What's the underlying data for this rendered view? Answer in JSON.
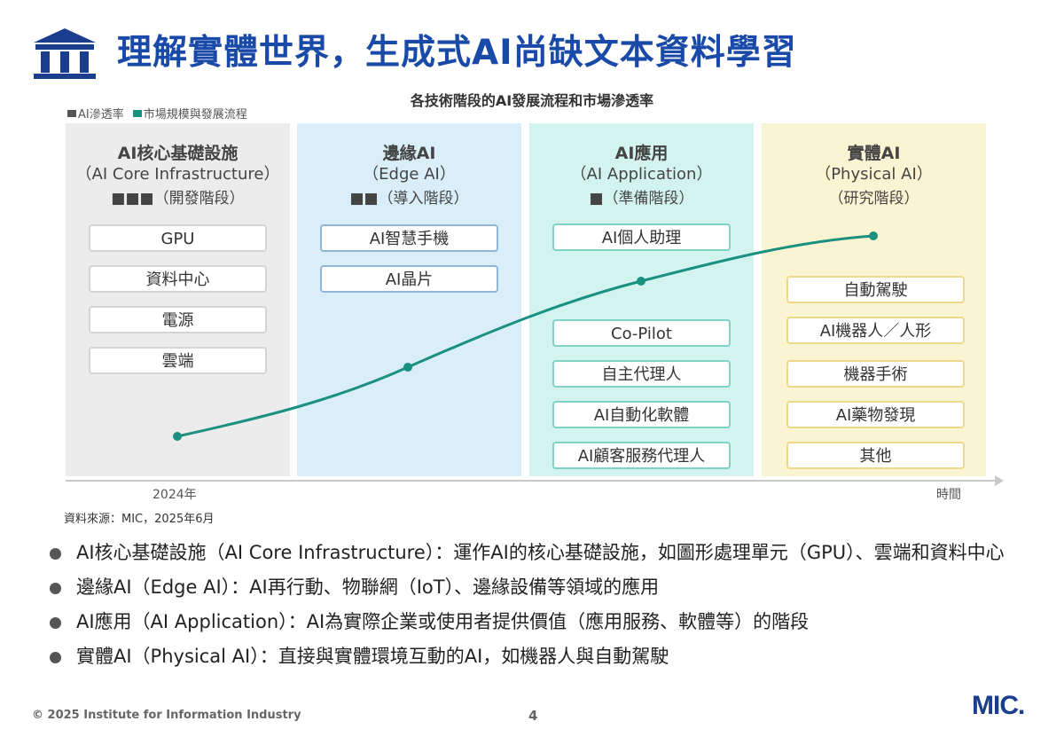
{
  "header": {
    "title": "理解實體世界，生成式AI尚缺文本資料學習",
    "logo_icon": "institution-building-icon"
  },
  "diagram": {
    "title": "各技術階段的AI發展流程和市場滲透率",
    "legend": [
      {
        "label": "AI滲透率",
        "color": "#555555"
      },
      {
        "label": "市場規模與發展流程",
        "color": "#1a9080"
      }
    ],
    "stages": [
      {
        "name": "AI核心基礎設施",
        "english": "（AI Core Infrastructure）",
        "phase": "■■■（開發階段）",
        "bg": "#ececec",
        "border": "#d4d4d4",
        "items": [
          "GPU",
          "資料中心",
          "電源",
          "雲端"
        ]
      },
      {
        "name": "邊緣AI",
        "english": "（Edge AI）",
        "phase": "■■（導入階段）",
        "bg": "#d9eef8",
        "border": "#8fb6d8",
        "items": [
          "AI智慧手機",
          "AI晶片"
        ]
      },
      {
        "name": "AI應用",
        "english": "（AI Application）",
        "phase": "■（準備階段）",
        "bg": "#d3f3ee",
        "border": "#7fd3c6",
        "items": [
          "AI個人助理",
          "Co-Pilot",
          "自主代理人",
          "AI自動化軟體",
          "AI顧客服務代理人"
        ]
      },
      {
        "name": "實體AI",
        "english": "（Physical AI）",
        "phase": "（研究階段）",
        "bg": "#fbf4d2",
        "border": "#ecd98a",
        "items": [
          "自動駕駛",
          "AI機器人／人形",
          "機器手術",
          "AI藥物發現",
          "其他"
        ]
      }
    ],
    "curve_color": "#1a9080",
    "axis_start": "2024年",
    "axis_end": "時間",
    "source": "資料來源：MIC，2025年6月"
  },
  "bullets": [
    "AI核心基礎設施（AI Core Infrastructure）：運作AI的核心基礎設施，如圖形處理單元（GPU）、雲端和資料中心",
    "邊緣AI（Edge AI）：AI再行動、物聯網（IoT）、邊緣設備等領域的應用",
    "AI應用（AI Application）：AI為實際企業或使用者提供價值（應用服務、軟體等）的階段",
    "實體AI（Physical AI）：直接與實體環境互動的AI，如機器人與自動駕駛"
  ],
  "footer": {
    "copyright": "© 2025 Institute for Information Industry",
    "page": "4",
    "brand": "MIC."
  }
}
